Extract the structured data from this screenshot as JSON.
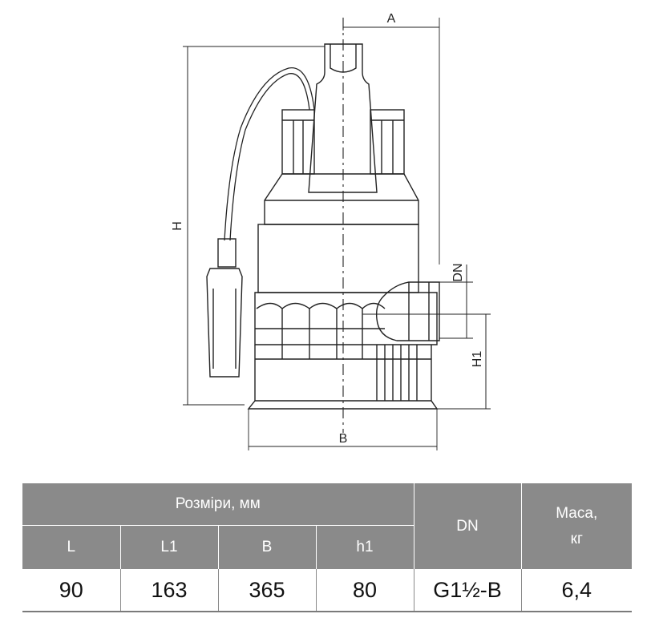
{
  "drawing": {
    "dimension_labels": {
      "a": "A",
      "h": "H",
      "dn": "DN",
      "h1": "H1",
      "b": "B"
    }
  },
  "table": {
    "group_header": "Розміри, мм",
    "dn_header": "DN",
    "mass_header": "Маса,\nкг",
    "columns": [
      "L",
      "L1",
      "B",
      "h1"
    ],
    "values": [
      "90",
      "163",
      "365",
      "80"
    ],
    "dn_value": "G1½-B",
    "mass_value": "6,4"
  }
}
